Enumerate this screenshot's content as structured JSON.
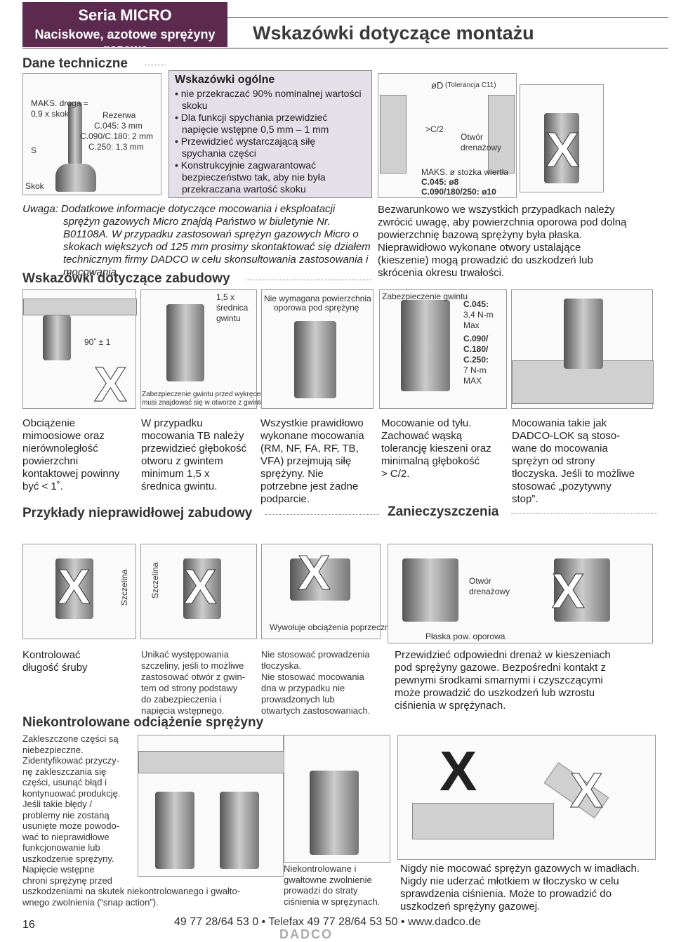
{
  "header": {
    "series": "Seria MICRO",
    "subtitle": "Naciskowe, azotowe sprężyny gazowe",
    "title": "Wskazówki dotyczące montażu"
  },
  "tech": {
    "heading": "Dane techniczne",
    "maks_line1": "MAKS. droga =",
    "maks_line2": "0,9 x skok",
    "reserve_label": "Rezerwa",
    "res1": "C.045: 3 mm",
    "res2": "C.090/C.180: 2 mm",
    "res3": "C.250: 1,3 mm",
    "s_label": "S",
    "stroke_label": "Skok"
  },
  "general": {
    "heading": "Wskazówki ogólne",
    "items": [
      "• nie przekraczać 90% nominalnej wartości",
      "skoku",
      "• Dla funkcji spychania przewidzieć",
      "napięcie wstępne  0,5 mm – 1 mm",
      "• Przewidzieć wystarczającą siłę",
      "spychania części",
      "• Konstrukcyjnie zagwarantować",
      "bezpieczeństwo tak, aby nie była",
      "przekraczana wartość skoku"
    ]
  },
  "bore_fig": {
    "od_label": "øD",
    "tolerance": "(Tolerancja C11)",
    "c2": ">C/2",
    "drain1": "Otwór",
    "drain2": "drenażowy",
    "drill_label": "MAKS. ø stożka wiertła",
    "drill1": "C.045: ø8",
    "drill2": "C.090/180/250: ø10",
    "x": "X"
  },
  "warning": {
    "lines": [
      "Uwaga: Dodatkowe informacje dotyczące mocowania i eksploatacji",
      "sprężyn gazowych Micro znajdą Państwo w biuletynie Nr.",
      "B01108A. W przypadku zastosowań sprężyn gazowych Micro o",
      "skokach większych od 125 mm prosimy skontaktować się działem",
      "technicznym firmy DADCO w celu skonsultowania zastosowania i",
      "mocowania."
    ]
  },
  "flat": {
    "lines": [
      "Bezwarunkowo we wszystkich przypadkach należy",
      "zwrócić uwagę, aby powierzchnia oporowa pod dolną",
      "powierzchnię bazową sprężyny była płaska.",
      "Nieprawidłowo wykonane otwory ustalające",
      "(kieszenie) mogą prowadzić do uszkodzeń lub",
      "skrócenia okresu trwałości."
    ]
  },
  "mount": {
    "heading": "Wskazówki dotyczące zabudowy",
    "fig1_angle": "90˚ ± 1",
    "fig2_label1": "1,5 x",
    "fig2_label2": "średnica",
    "fig2_label3": "gwintu",
    "fig2_note1": "Zabezpieczenie gwintu przed wykręceniem",
    "fig2_note2": "musi znajdować się w otworze z gwintem",
    "fig3_label1": "Nie wymagana powierzchnia",
    "fig3_label2": "oporowa pod sprężynę",
    "fig4_label": "Zabezpieczenie gwintu",
    "fig4_c045": "C.045:",
    "fig4_v1": "3,4 N-m",
    "fig4_max1": "Max",
    "fig4_c090": "C.090/",
    "fig4_c180": "C.180/",
    "fig4_c250": "C.250:",
    "fig4_v2": "7 N-m",
    "fig4_max2": "MAX",
    "x": "X"
  },
  "cap": {
    "c1": [
      "Obciążenie",
      "mimoosiowe oraz",
      "nierównoległość",
      "powierzchni",
      "kontaktowej powinny",
      "być < 1˚."
    ],
    "c2": [
      "W przypadku",
      "mocowania TB należy",
      "przewidzieć głębokość",
      "otworu z gwintem",
      "minimum 1,5 x",
      "średnica gwintu."
    ],
    "c3": [
      "Wszystkie prawidłowo",
      "wykonane mocowania",
      "(RM, NF, FA, RF, TB,",
      "VFA) przejmują siłę",
      "sprężyny. Nie",
      "potrzebne jest żadne",
      "podparcie."
    ],
    "c4": [
      "Mocowanie od tyłu.",
      "Zachować wąską",
      "tolerancję kieszeni oraz",
      "minimalną głębokość",
      "> C/2."
    ],
    "c5": [
      "Mocowania takie jak",
      "DADCO-LOK są stoso-",
      "wane do mocowania",
      "sprężyn od strony",
      "tłoczyska.  Jeśli to możliwe",
      "stosować „pozytywny",
      "stop”."
    ]
  },
  "wrong": {
    "heading": "Przykłady nieprawidłowej zabudowy",
    "gap1": "Szczelina",
    "gap2": "Szczelina",
    "side_load": "Wywołuje obciążenia poprzeczne",
    "x": "X"
  },
  "contam": {
    "heading": "Zanieczyszczenia",
    "drain1": "Otwór",
    "drain2": "drenażowy",
    "flat_label": "Płaska pow. oporowa",
    "x": "X",
    "text": [
      "Przewidzieć odpowiedni drenaż w kieszeniach",
      "pod sprężyny gazowe. Bezpośredni kontakt z",
      "pewnymi środkami smarnymi i czyszczącymi",
      "może prowadzić do uszkodzeń lub wzrostu",
      "ciśnienia w sprężynach."
    ]
  },
  "wcap": {
    "c1": [
      "Kontrolować",
      "długość śruby"
    ],
    "c2": [
      "Unikać występowania",
      "szczeliny, jeśli to możliwe",
      "zastosować otwór z gwin-",
      "tem od strony podstawy",
      "do zabezpieczenia i",
      "napięcia wstępnego."
    ],
    "c3": [
      "Nie stosować prowadzenia",
      "tłoczyska.",
      "Nie stosować mocowania",
      "dna w przypadku nie",
      "prowadzonych lub",
      "otwartych zastosowaniach."
    ]
  },
  "uncontrolled": {
    "heading": "Niekontrolowane odciążenie sprężyny",
    "left": [
      "Zakleszczone części są",
      "niebezpieczne.",
      "Zidentyfikować przyczy-",
      "nę zakleszczania się",
      "części, usunąć błąd i",
      "kontynuować produkcję.",
      "Jeśli takie błędy /",
      "problemy nie zostaną",
      "usunięte może powodo-",
      "wać to nieprawidłowe",
      "funkcjonowanie lub",
      "uszkodzenie sprężyny.",
      "Napięcie wstępne",
      "chroni sprężynę przed",
      "uszkodzeniami na skutek niekontrolowanego i gwałto-",
      "wnego zwolnienia (“snap action”)."
    ],
    "middle": [
      "Niekontrolowane i",
      "gwałtowne zwolnienie",
      "prowadzi do straty",
      "ciśnienia w sprężynach."
    ],
    "right": [
      "Nigdy nie mocować sprężyn gazowych w imadłach.",
      "Nigdy nie uderzać młotkiem w tłoczysko w celu",
      "sprawdzenia ciśnienia. Może to prowadzić do",
      "uszkodzeń sprężyny gazowej."
    ],
    "x": "X"
  },
  "footer": {
    "page": "16",
    "contact": "49 77 28/64 53 0 • Telefax 49 77 28/64 53 50 • www.dadco.de",
    "logo": "DADCO"
  }
}
